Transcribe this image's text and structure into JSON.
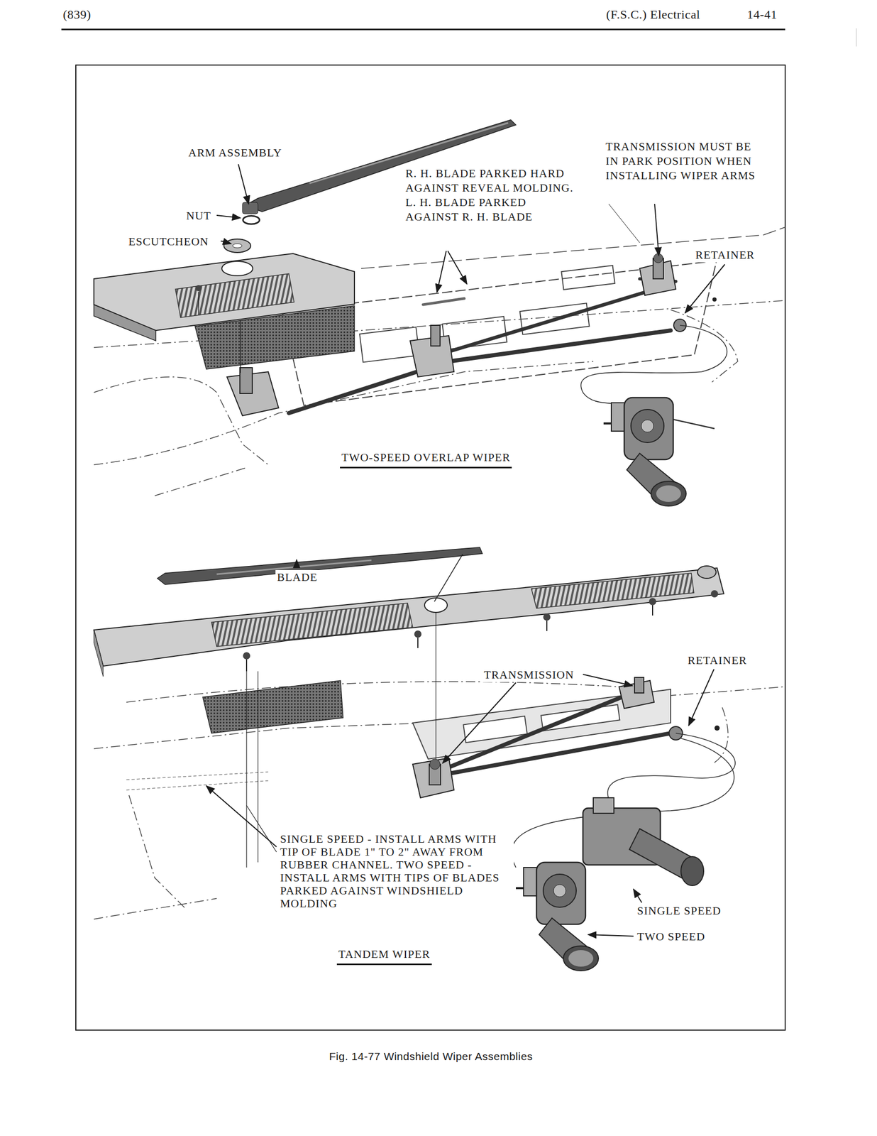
{
  "diagram": {
    "caption": "Fig. 14-77 Windshield Wiper Assemblies",
    "labels": [
      "(839)",
      "(F.S.C.) Electrical",
      "14-41",
      "ARM ASSEMBLY",
      "NUT",
      "ESCUTCHEON",
      "R. H. BLADE PARKED HARD AGAINST REVEAL MOLDING. L. H. BLADE PARKED AGAINST R. H. BLADE",
      "TRANSMISSION MUST BE IN PARK POSITION WHEN INSTALLING WIPER ARMS",
      "RETAINER",
      "TWO-SPEED OVERLAP WIPER",
      "BLADE",
      "TRANSMISSION",
      "RETAINER",
      "SINGLE SPEED - INSTALL ARMS WITH TIP OF BLADE 1\" TO 2\" AWAY FROM RUBBER CHANNEL. TWO SPEED - INSTALL ARMS WITH TIPS OF BLADES PARKED AGAINST WINDSHIELD MOLDING",
      "SINGLE SPEED",
      "TWO SPEED",
      "TANDEM WIPER"
    ]
  }
}
